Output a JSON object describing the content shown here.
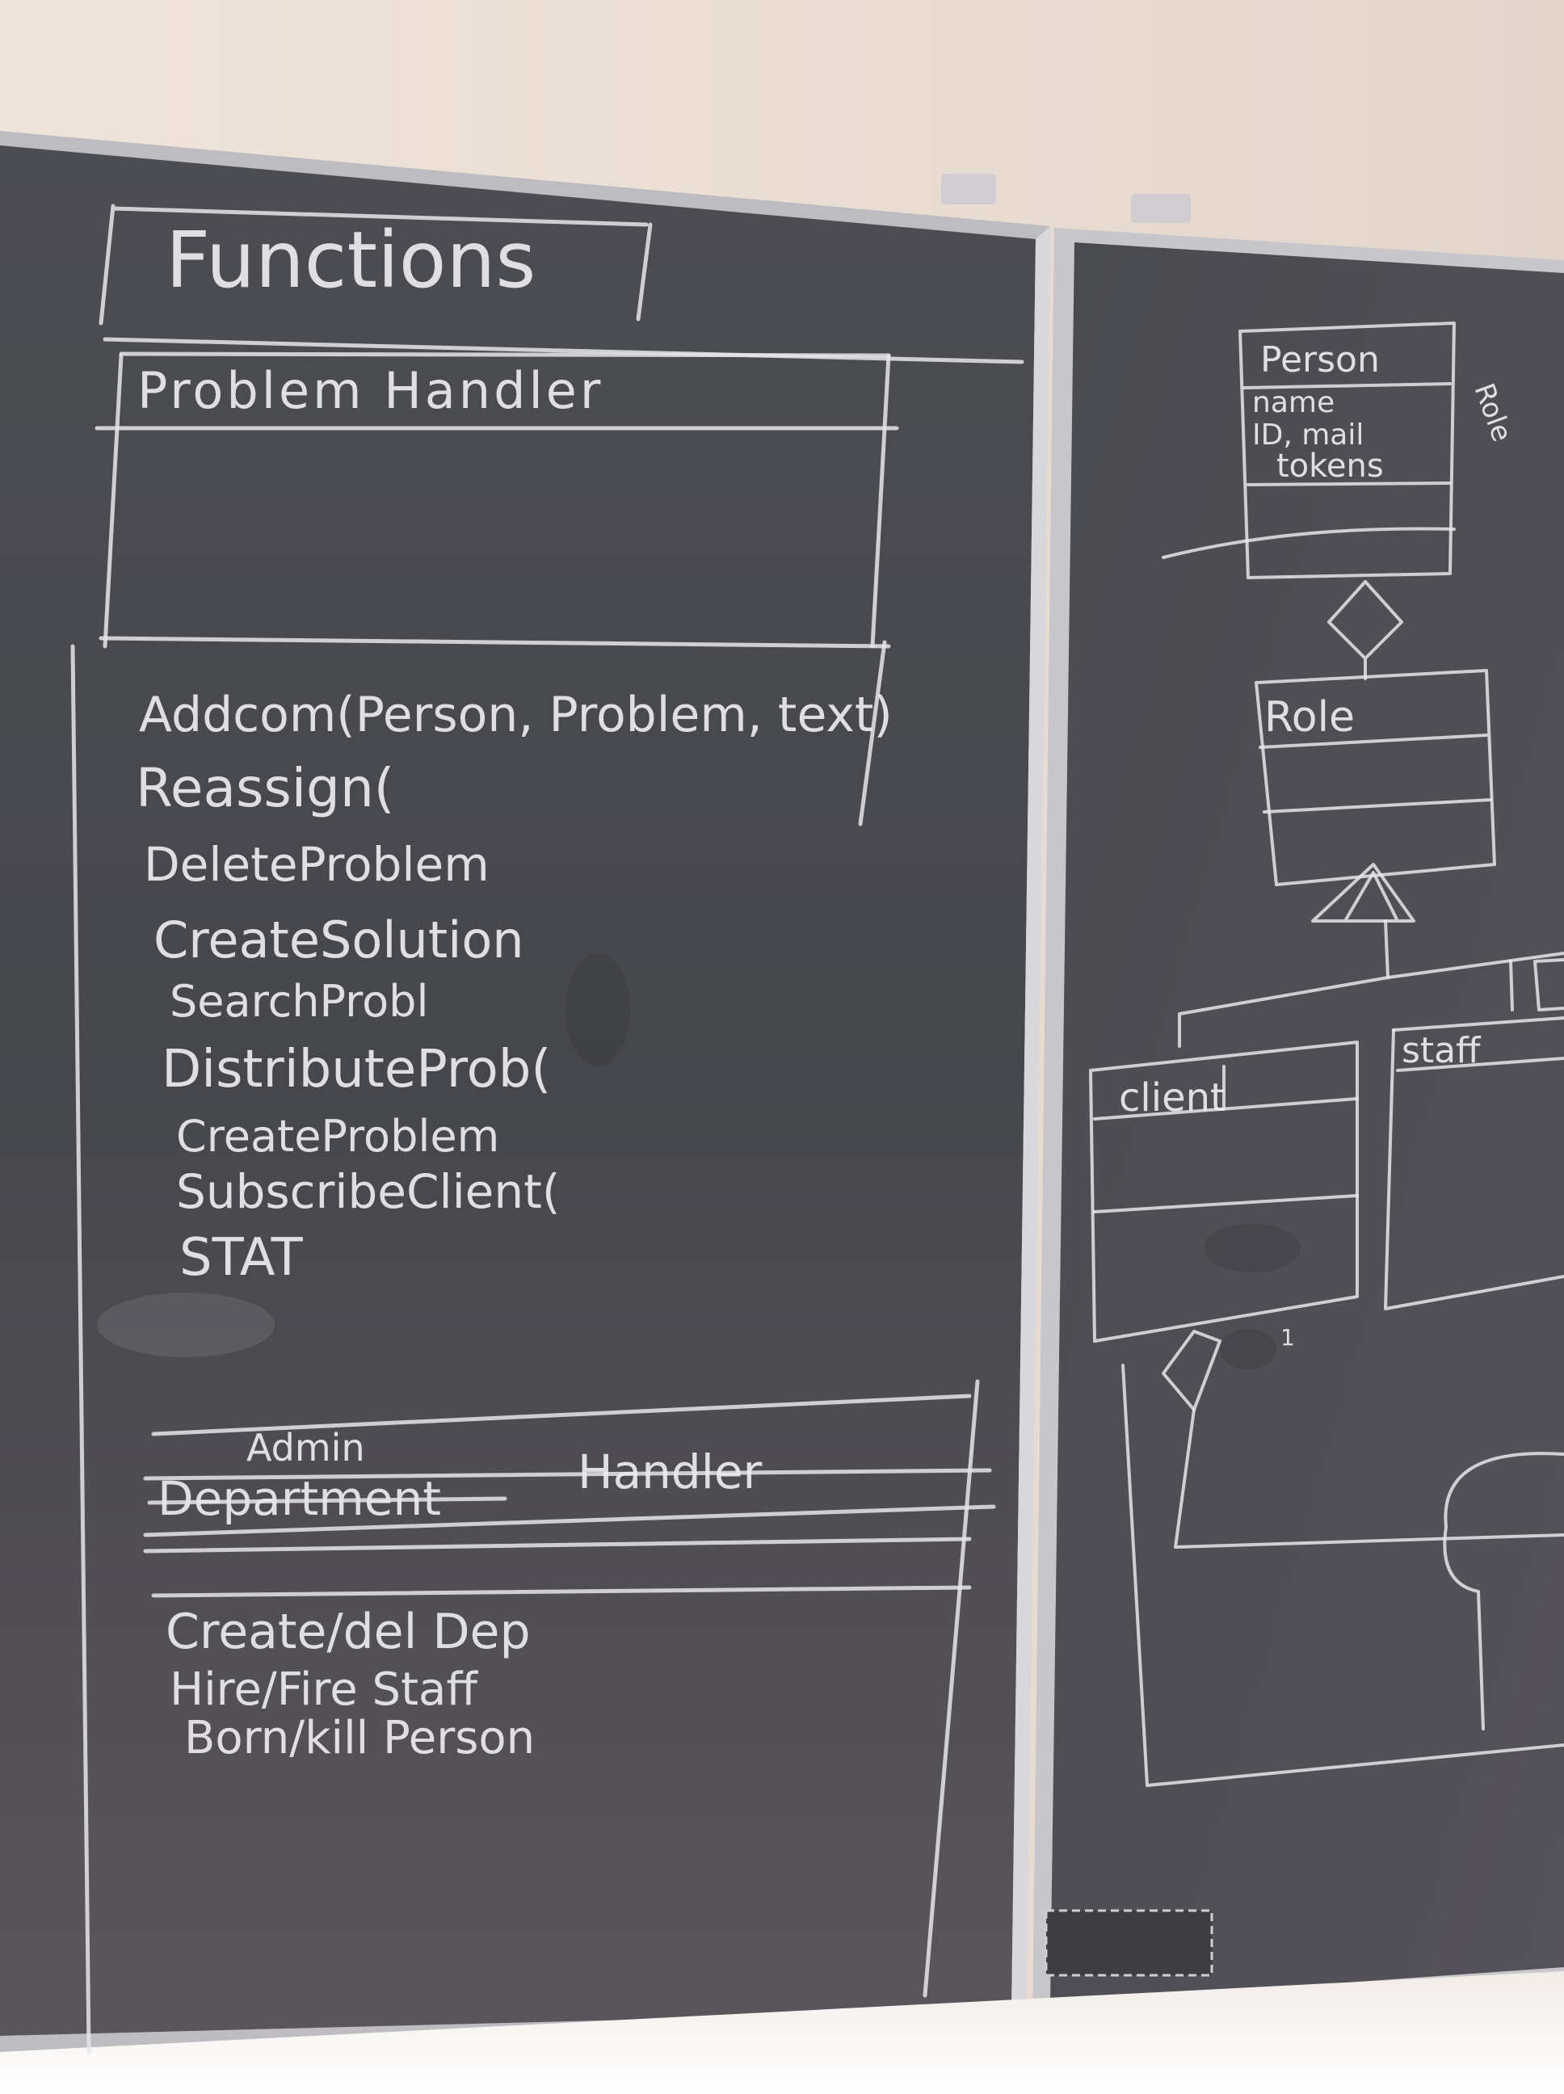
{
  "left_board": {
    "title": "Functions",
    "problem_handler": {
      "header": "Problem Handler",
      "methods": [
        "Addcom(Person, Problem, text)",
        "Reassign(",
        "DeleteProblem",
        "CreateSolution",
        "SearchProbl",
        "DistributeProb(",
        "CreateProblem",
        "SubscribeClient(",
        "STAT"
      ]
    },
    "admin_handler": {
      "inserted_word": "Admin",
      "struck_word": "Department",
      "header_word": "Handler",
      "methods": [
        "Create/del Dep",
        "Hire/Fire Staff",
        "Born/kill Person"
      ]
    }
  },
  "right_board": {
    "person_class": {
      "name": "Person",
      "attributes": [
        "name",
        "ID, mail",
        "tokens"
      ],
      "side_note": "Role"
    },
    "role_class": {
      "name": "Role"
    },
    "client_class": {
      "name": "client"
    },
    "staff_class": {
      "name": "staff"
    }
  },
  "colors": {
    "wall": "#e9ded6",
    "board": "#4a4b50",
    "frame": "#c9c8cc",
    "chalk": "#ecebef"
  }
}
